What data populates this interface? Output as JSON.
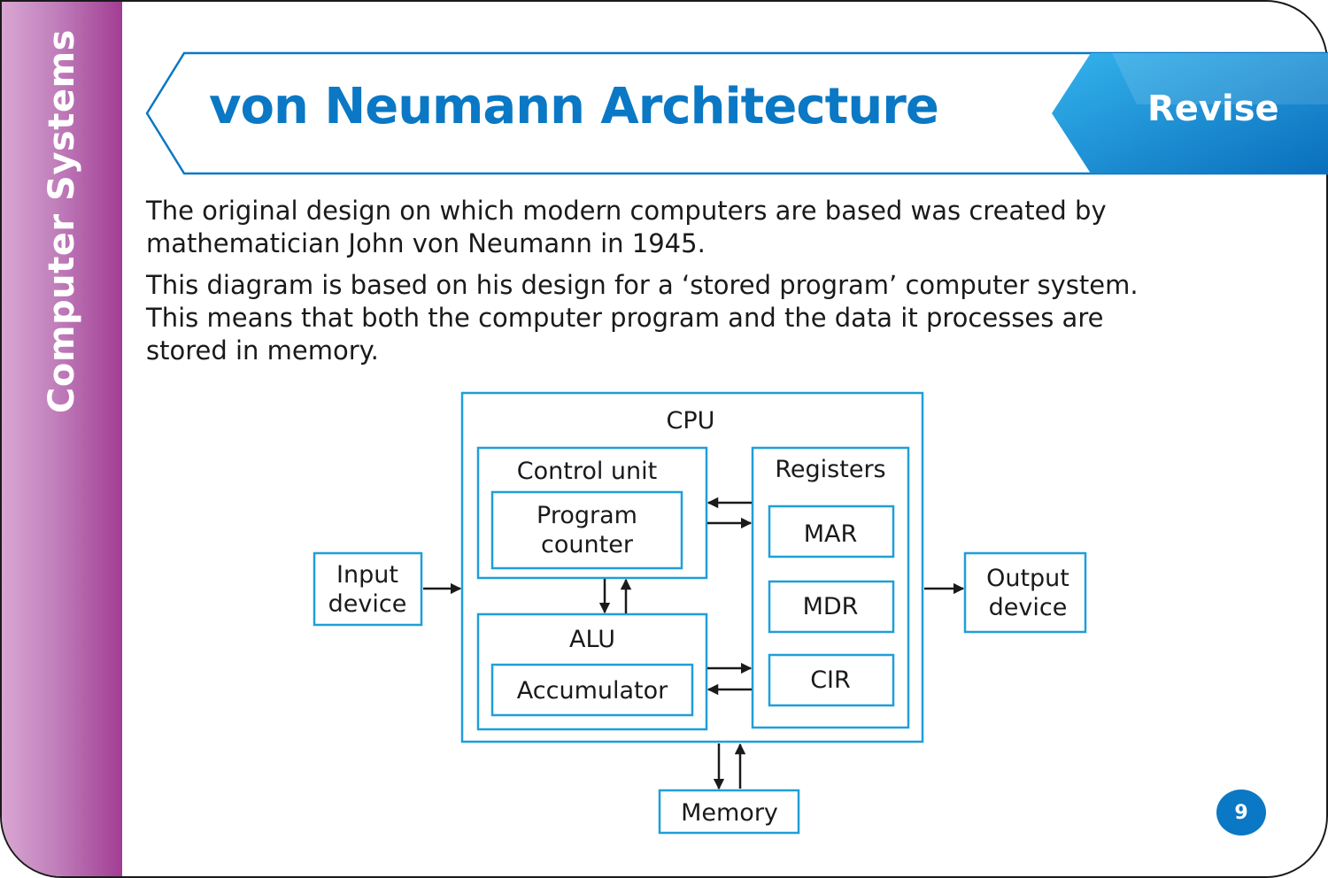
{
  "sidebar": {
    "label": "Computer Systems"
  },
  "header": {
    "title": "von Neumann Architecture",
    "badge": "Revise"
  },
  "intro": {
    "paragraph_1_line_1": "The original design on which modern computers are based was created by",
    "paragraph_1_line_2": "mathematician John von Neumann in 1945.",
    "paragraph_2_line_1": "This diagram is based on his design for a ‘stored program’ computer system.",
    "paragraph_2_line_2": "This means that both the computer program and the data it processes are",
    "paragraph_2_line_3": "stored in memory."
  },
  "diagram": {
    "cpu": "CPU",
    "control_unit": "Control unit",
    "program_counter_line_1": "Program",
    "program_counter_line_2": "counter",
    "alu": "ALU",
    "accumulator": "Accumulator",
    "registers": "Registers",
    "mar": "MAR",
    "mdr": "MDR",
    "cir": "CIR",
    "input_line_1": "Input",
    "input_line_2": "device",
    "output_line_1": "Output",
    "output_line_2": "device",
    "memory": "Memory"
  },
  "footer": {
    "page_number": "9"
  },
  "colors": {
    "accent": "#0a78c4",
    "diagram_border": "#1f9fd8",
    "sidebar": "#a23d93"
  }
}
